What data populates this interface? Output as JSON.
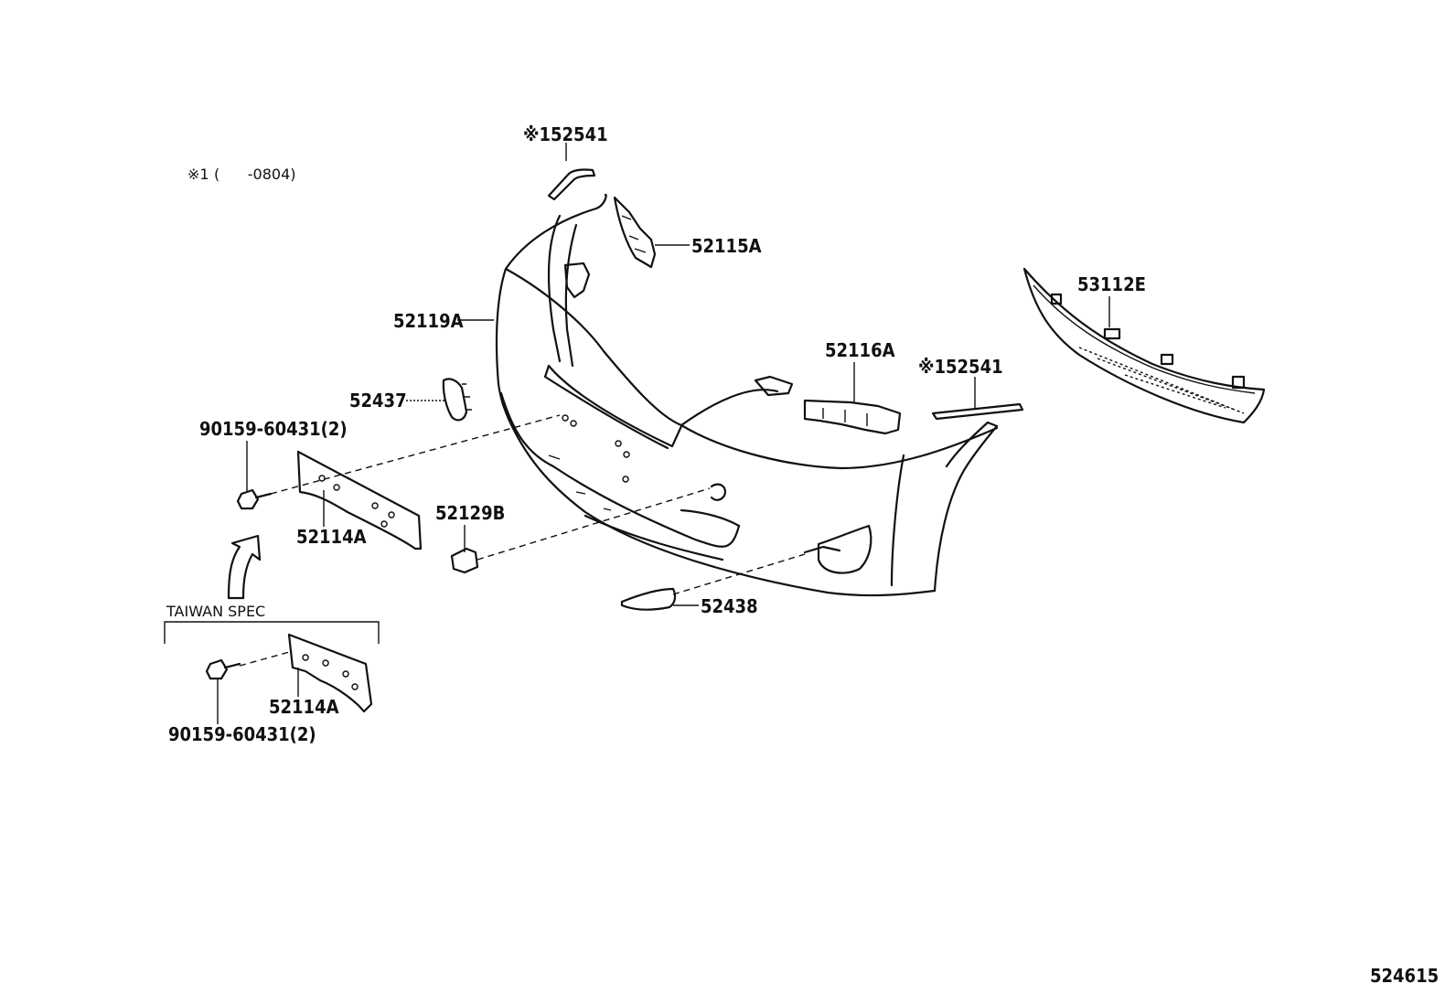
{
  "note": {
    "symbol": "※1",
    "text": "(      -0804)"
  },
  "labels": {
    "p52541_top": "※152541",
    "p52115A": "52115A",
    "p52119A": "52119A",
    "p53112E": "53112E",
    "p52116A": "52116A",
    "p52541_mid": "※152541",
    "p52437": "52437",
    "p90159_top": "90159-60431(2)",
    "p52114A_top": "52114A",
    "p52129B": "52129B",
    "p52438": "52438",
    "taiwan_spec": "TAIWAN SPEC",
    "p52114A_bottom": "52114A",
    "p90159_bottom": "90159-60431(2)",
    "diagram_number": "524615"
  }
}
